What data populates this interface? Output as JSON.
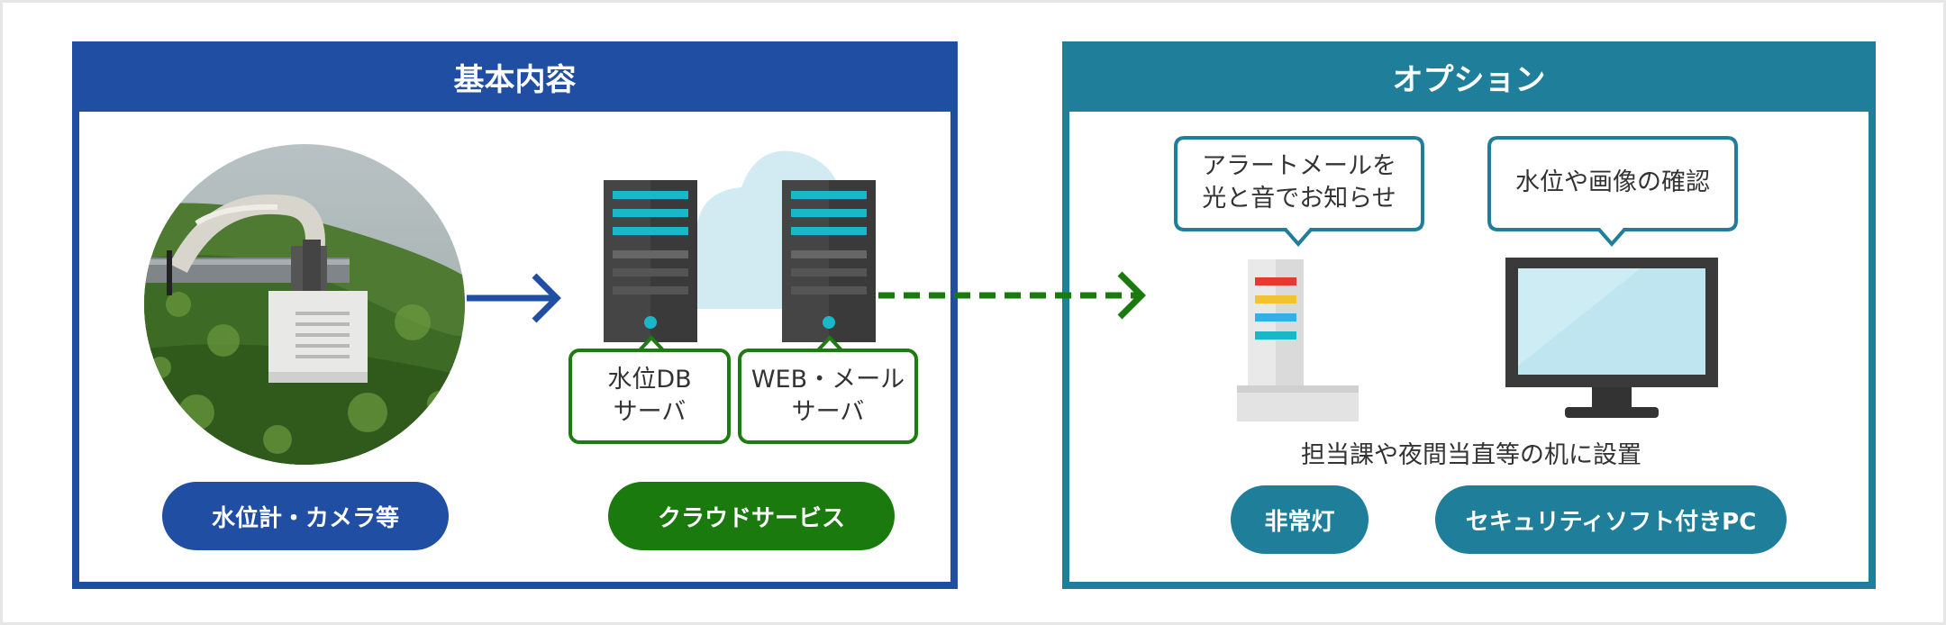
{
  "left_panel": {
    "title": "基本内容",
    "pill_sensor": "水位計・カメラ等",
    "pill_cloud": "クラウドサービス",
    "server_db": {
      "line1": "水位DB",
      "line2": "サーバ"
    },
    "server_web": {
      "line1": "WEB・メール",
      "line2": "サーバ"
    }
  },
  "right_panel": {
    "title": "オプション",
    "bubble_alert": {
      "line1": "アラートメールを",
      "line2": "光と音でお知らせ"
    },
    "bubble_monitor": {
      "line1": "水位や画像の確認"
    },
    "caption": "担当課や夜間当直等の机に設置",
    "pill_light": "非常灯",
    "pill_pc": "セキュリティソフト付きPC"
  },
  "colors": {
    "blue": "#1f4ea3",
    "teal": "#1f7f9b",
    "green": "#1a7a0e",
    "server": "#3a3a3a",
    "server_stripe": "#19b8c8"
  },
  "icons": [
    "water-level-sensor-photo",
    "server-icon",
    "cloud-icon",
    "signal-tower-light-icon",
    "monitor-icon",
    "arrow-right-icon",
    "dashed-arrow-icon"
  ]
}
